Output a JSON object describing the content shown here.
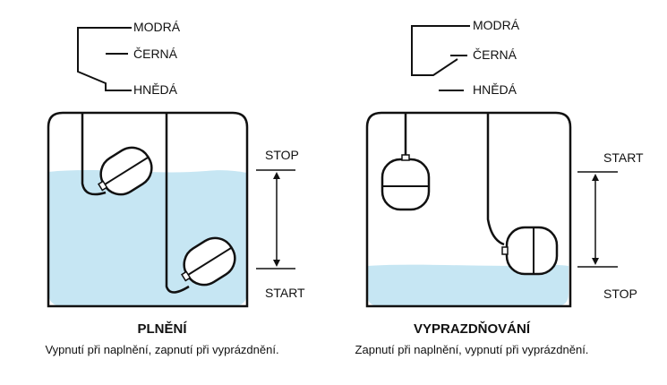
{
  "left": {
    "wire_labels": {
      "blue": "MODRÁ",
      "black": "ČERNÁ",
      "brown": "HNĚDÁ"
    },
    "level_top": "STOP",
    "level_bottom": "START",
    "title": "PLNĚNÍ",
    "caption": "Vypnutí při naplnění, zapnutí při vyprázdnění."
  },
  "right": {
    "wire_labels": {
      "blue": "MODRÁ",
      "black": "ČERNÁ",
      "brown": "HNĚDÁ"
    },
    "level_top": "START",
    "level_bottom": "STOP",
    "title": "VYPRAZDŇOVÁNÍ",
    "caption": "Zapnutí při naplnění, vypnutí při vyprázdnění."
  },
  "colors": {
    "water": "#c6e6f3",
    "outline": "#111111"
  }
}
